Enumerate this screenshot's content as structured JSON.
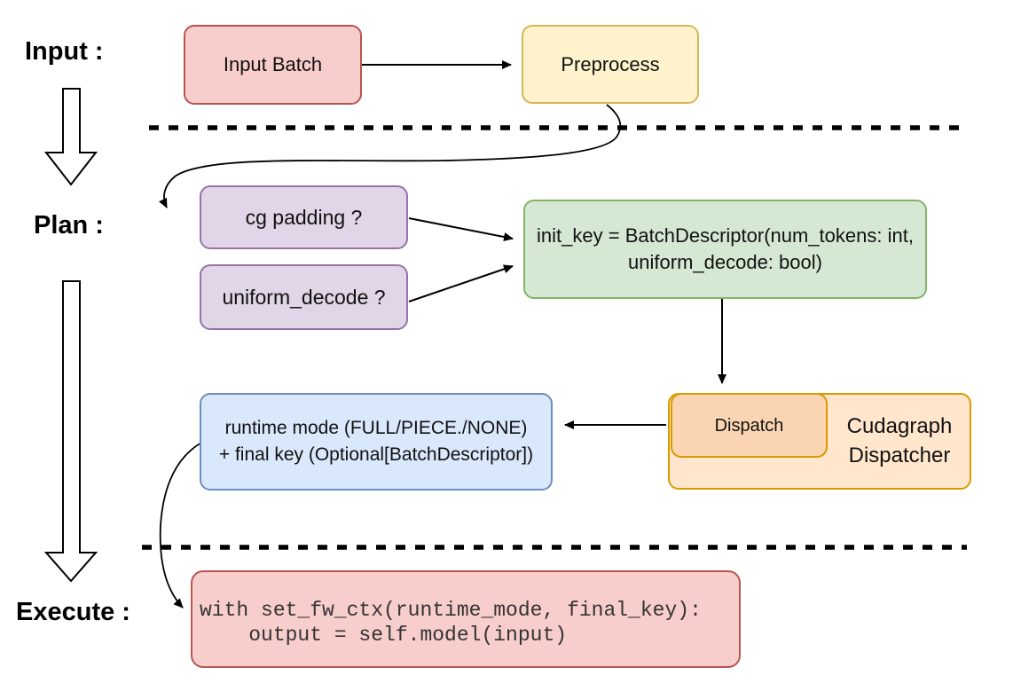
{
  "sections": {
    "input": {
      "label": "Input :"
    },
    "plan": {
      "label": "Plan :"
    },
    "execute": {
      "label": "Execute :"
    }
  },
  "nodes": {
    "input_batch": {
      "label": "Input Batch",
      "fill": "#f8cecc",
      "stroke": "#b85450"
    },
    "preprocess": {
      "label": "Preprocess",
      "fill": "#fff2cc",
      "stroke": "#d6b656"
    },
    "cg_padding": {
      "label": "cg padding ?",
      "fill": "#e1d5e7",
      "stroke": "#9673a6"
    },
    "uniform_decode": {
      "label": "uniform_decode ?",
      "fill": "#e1d5e7",
      "stroke": "#9673a6"
    },
    "init_key": {
      "line1": "init_key = BatchDescriptor(num_tokens: int,",
      "line2": "uniform_decode: bool)",
      "fill": "#d5e8d4",
      "stroke": "#82b366"
    },
    "dispatch": {
      "label": "Dispatch",
      "fill": "#fbd5b3",
      "stroke": "#d79b00"
    },
    "cudagraph_dispatcher": {
      "line1": "Cudagraph",
      "line2": "Dispatcher",
      "fill": "#ffe6cc",
      "stroke": "#d79b00"
    },
    "runtime_mode": {
      "line1": "runtime mode (FULL/PIECE./NONE)",
      "line2": "+ final key (Optional[BatchDescriptor])",
      "fill": "#dae8fc",
      "stroke": "#6c8ebf"
    },
    "execute_code": {
      "line1": "with set_fw_ctx(runtime_mode, final_key):",
      "line2": "    output = self.model(input)",
      "fill": "#f8cecc",
      "stroke": "#b85450"
    }
  },
  "connector_color": "#000000"
}
